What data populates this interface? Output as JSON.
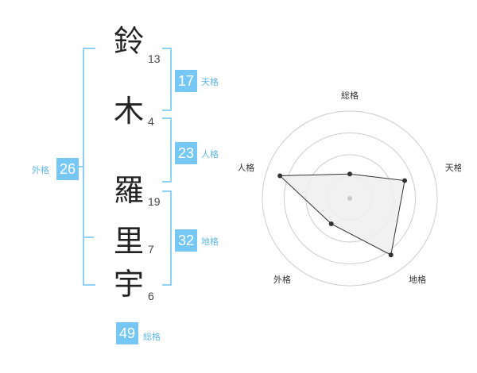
{
  "name": {
    "chars": [
      {
        "char": "鈴",
        "strokes": "13"
      },
      {
        "char": "木",
        "strokes": "4"
      },
      {
        "char": "羅",
        "strokes": "19"
      },
      {
        "char": "里",
        "strokes": "7"
      },
      {
        "char": "宇",
        "strokes": "6"
      }
    ]
  },
  "fortunes": {
    "tenkaku": {
      "value": "17",
      "label": "天格"
    },
    "jinkaku": {
      "value": "23",
      "label": "人格"
    },
    "chikaku": {
      "value": "32",
      "label": "地格"
    },
    "gaikaku": {
      "value": "26",
      "label": "外格"
    },
    "soukaku": {
      "value": "49",
      "label": "総格"
    }
  },
  "radar": {
    "axes": [
      "総格",
      "天格",
      "地格",
      "外格",
      "人格"
    ],
    "levels": 4,
    "values": [
      1.4,
      3.3,
      4.0,
      1.8,
      4.2
    ],
    "max": 5,
    "colors": {
      "ring": "#cccccc",
      "fill": "#eeeeee",
      "line": "#333333",
      "point": "#333333",
      "center": "#c8c8c8"
    }
  }
}
